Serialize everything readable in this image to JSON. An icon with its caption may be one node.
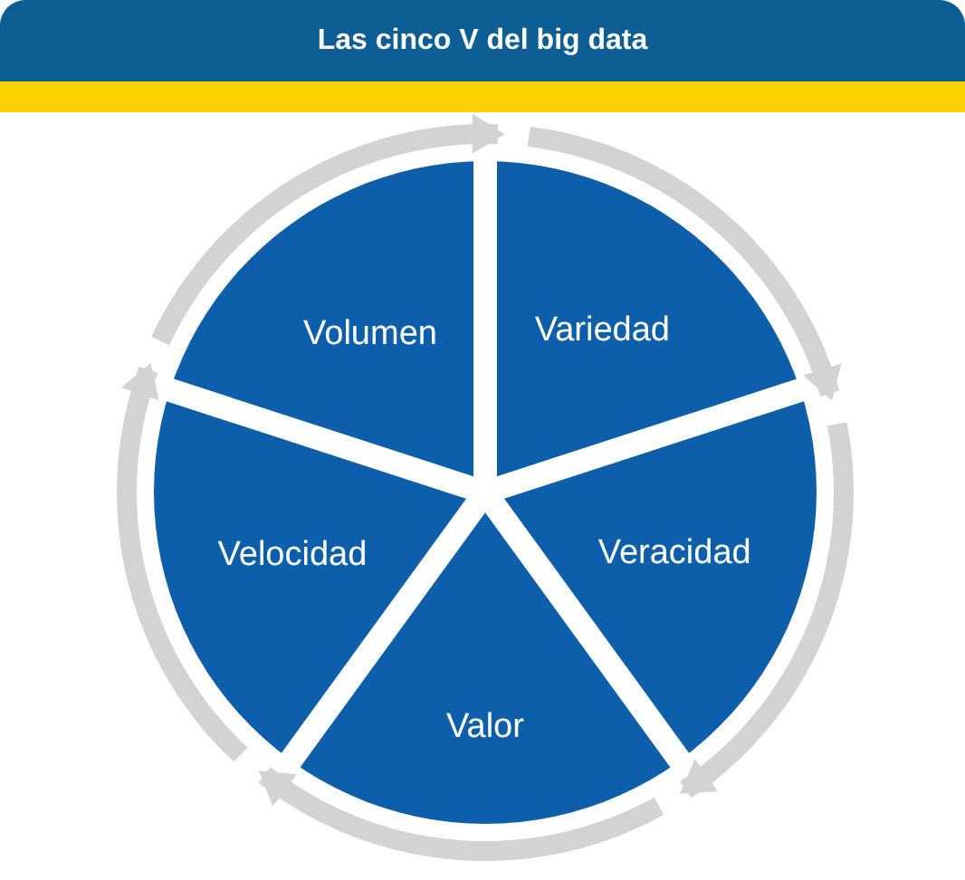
{
  "diagram": {
    "title": "Las cinco V del big data",
    "nodes": [
      {
        "text": [
          "Volumen"
        ]
      },
      {
        "text": [
          "Variedad"
        ]
      },
      {
        "text": [
          "Velocidad"
        ]
      },
      {
        "text": [
          "Veracidad"
        ]
      },
      {
        "text": [
          "Valor"
        ]
      }
    ]
  }
}
